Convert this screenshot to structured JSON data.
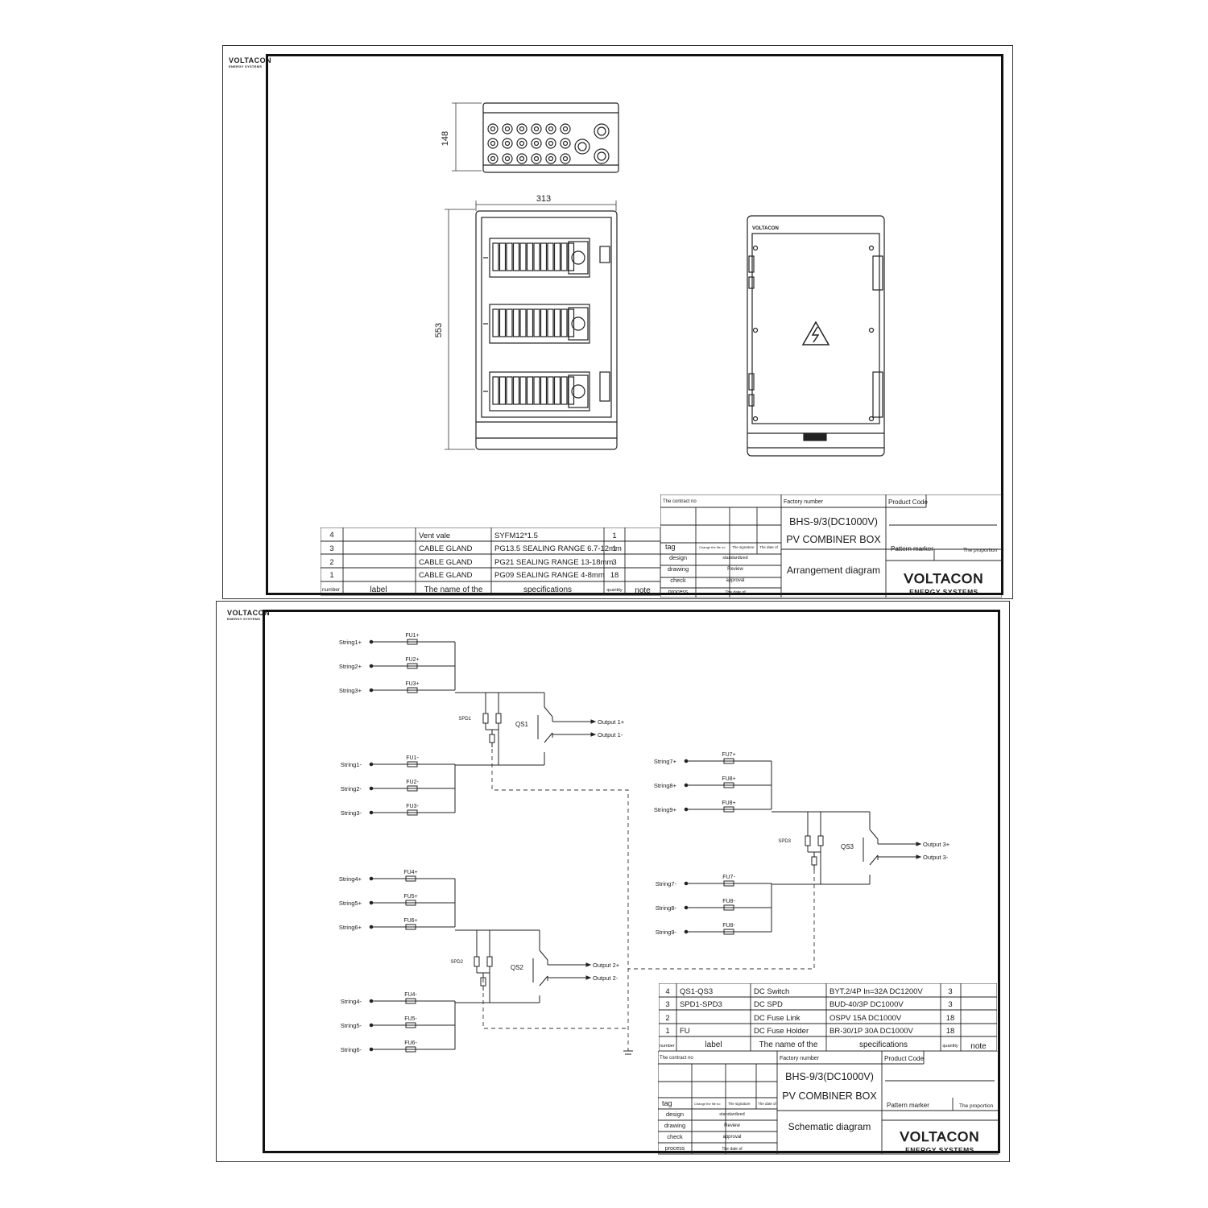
{
  "brand": {
    "name": "VOLTACON",
    "subtitle": "ENERGY SYSTEMS"
  },
  "arrangement": {
    "dimensions": {
      "depth": "148",
      "width": "313",
      "height": "553"
    },
    "parts_table": {
      "headers": {
        "number": "number",
        "label": "label",
        "name": "The name of the",
        "spec": "specifications",
        "quantity": "quantity",
        "note": "note"
      },
      "rows": [
        {
          "number": "4",
          "label": "",
          "name": "Vent vale",
          "spec": "SYFM12*1.5",
          "quantity": "1"
        },
        {
          "number": "3",
          "label": "",
          "name": "CABLE GLAND",
          "spec": "PG13.5 SEALING RANGE 6.7-12mm",
          "quantity": "1"
        },
        {
          "number": "2",
          "label": "",
          "name": "CABLE GLAND",
          "spec": "PG21 SEALING RANGE 13-18mm",
          "quantity": "3"
        },
        {
          "number": "1",
          "label": "",
          "name": "CABLE GLAND",
          "spec": "PG09 SEALING RANGE 4-8mm",
          "quantity": "18"
        }
      ]
    },
    "title_block": {
      "contract_no": "The contract no",
      "factory_number": "Factory number",
      "product_code": "Product Code",
      "model": "BHS-9/3(DC1000V)",
      "product": "PV COMBINER BOX",
      "drawing_title": "Arrangement diagram",
      "pattern_marker": "Pattern marker",
      "proportion": "The proportion",
      "tag": "tag",
      "change_file": "Change the file no",
      "signature": "The signature",
      "date_of": "The date of",
      "roles": [
        "design",
        "drawing",
        "check",
        "process"
      ],
      "approvals": [
        "standardized",
        "Review",
        "approval",
        "The date of"
      ]
    }
  },
  "schematic": {
    "fuses": [
      "FU1+",
      "FU2+",
      "FU3+",
      "FU1-",
      "FU2-",
      "FU3-",
      "FU4+",
      "FU5+",
      "FU6+",
      "FU4-",
      "FU5-",
      "FU6-",
      "FU7+",
      "FU8+",
      "FU8+",
      "FU7-",
      "FU8-",
      "FU8-"
    ],
    "strings": [
      "String1+",
      "String2+",
      "String3+",
      "String1-",
      "String2-",
      "String3-",
      "String4+",
      "String5+",
      "String6+",
      "String4-",
      "String5-",
      "String6-",
      "String7+",
      "String8+",
      "String9+",
      "String7-",
      "String8-",
      "String9-"
    ],
    "switches": [
      "QS1",
      "QS2",
      "QS3"
    ],
    "spds": [
      "SPD1",
      "SPD2",
      "SPD3"
    ],
    "outputs": [
      "Output 1+",
      "Output 1-",
      "Output 2+",
      "Output 2-",
      "Output 3+",
      "Output 3-"
    ],
    "components_table": {
      "headers": {
        "number": "number",
        "label": "label",
        "name": "The name of the",
        "spec": "specifications",
        "quantity": "quantity",
        "note": "note"
      },
      "rows": [
        {
          "number": "4",
          "label": "QS1-QS3",
          "name": "DC Switch",
          "spec": "BYT.2/4P In=32A DC1200V",
          "quantity": "3"
        },
        {
          "number": "3",
          "label": "SPD1-SPD3",
          "name": "DC SPD",
          "spec": "BUD-40/3P DC1000V",
          "quantity": "3"
        },
        {
          "number": "2",
          "label": "",
          "name": "DC Fuse  Link",
          "spec": "OSPV 15A DC1000V",
          "quantity": "18"
        },
        {
          "number": "1",
          "label": "FU",
          "name": "DC Fuse Holder",
          "spec": "BR-30/1P 30A DC1000V",
          "quantity": "18"
        }
      ]
    },
    "title_block": {
      "contract_no": "The contract no",
      "factory_number": "Factory number",
      "product_code": "Product Code",
      "model": "BHS-9/3(DC1000V)",
      "product": "PV COMBINER BOX",
      "drawing_title": "Schematic diagram",
      "pattern_marker": "Pattern marker",
      "proportion": "The proportion",
      "tag": "tag",
      "change_file": "Change the file no",
      "signature": "The signature",
      "date_of": "The date of",
      "roles": [
        "design",
        "drawing",
        "check",
        "process"
      ],
      "approvals": [
        "standardized",
        "Review",
        "approval",
        "The date of"
      ]
    }
  }
}
